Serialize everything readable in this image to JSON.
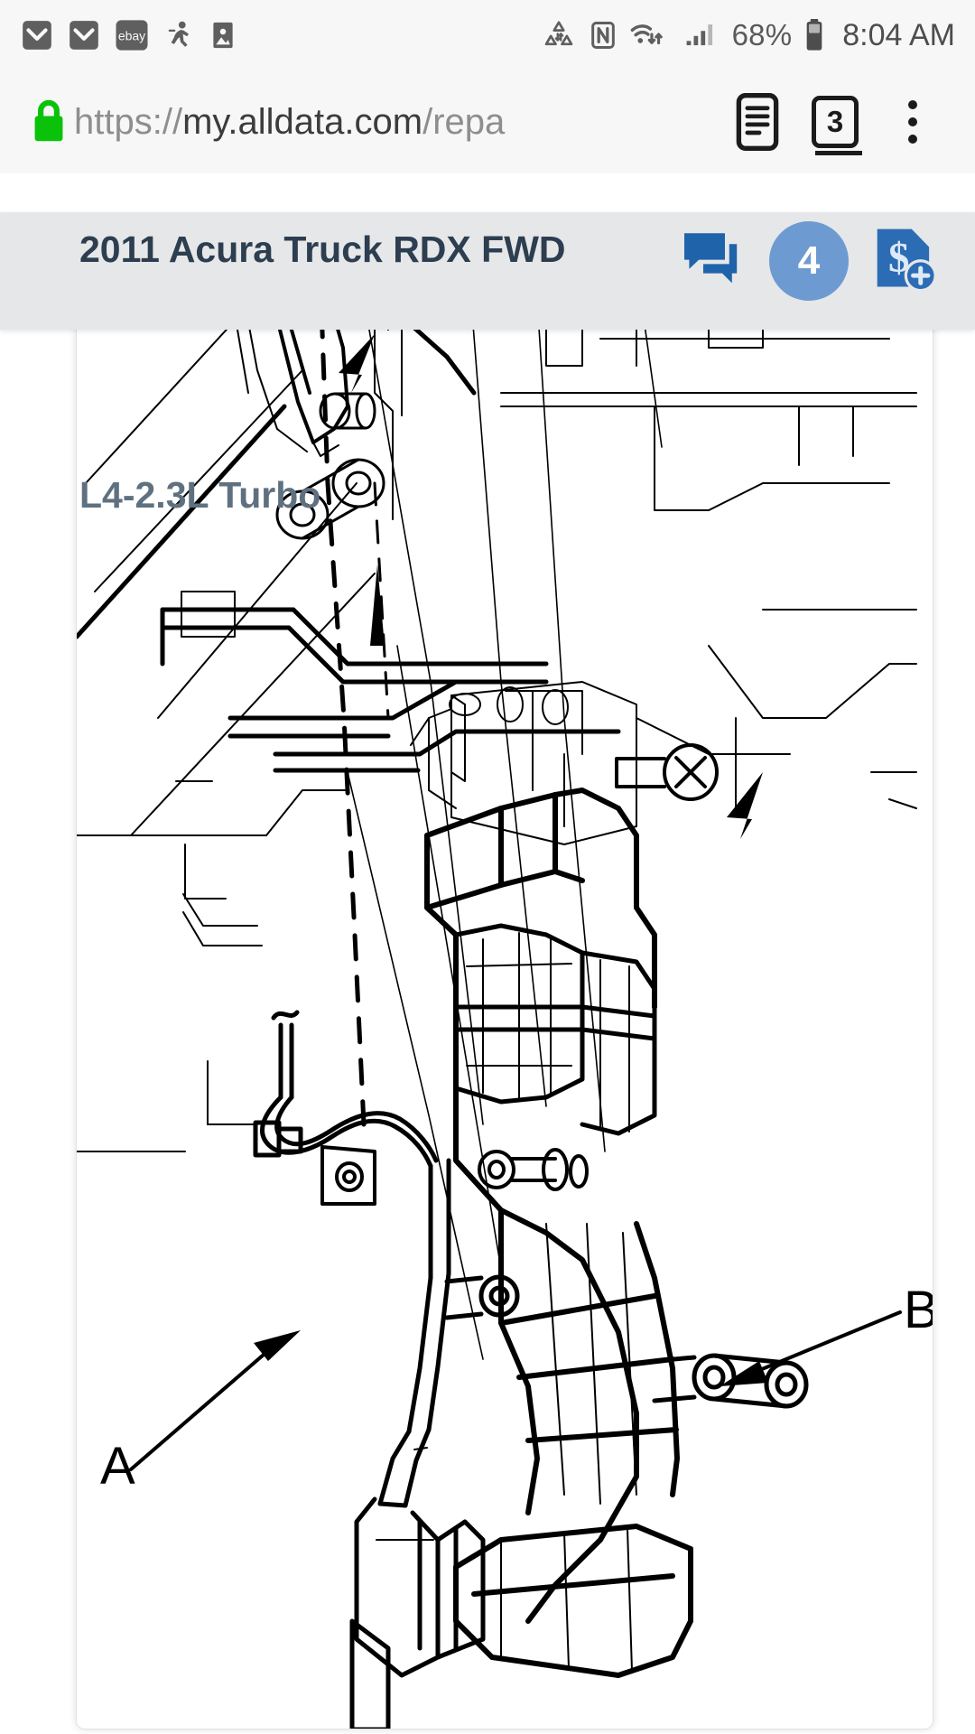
{
  "statusbar": {
    "left_icons": [
      {
        "name": "mail-icon",
        "glyph": "envelope"
      },
      {
        "name": "mail-icon-2",
        "glyph": "envelope"
      },
      {
        "name": "ebay-icon",
        "glyph": "ebay",
        "label": "ebay"
      },
      {
        "name": "fitness-icon",
        "glyph": "runner"
      },
      {
        "name": "gallery-icon",
        "glyph": "photo"
      }
    ],
    "right_icons": [
      {
        "name": "data-saver-icon",
        "glyph": "recycle"
      },
      {
        "name": "nfc-icon",
        "glyph": "nfc",
        "label": "N"
      },
      {
        "name": "wifi-icon",
        "glyph": "wifi"
      },
      {
        "name": "signal-icon",
        "glyph": "bars"
      }
    ],
    "battery_percent": "68%",
    "time": "8:04 AM"
  },
  "browser": {
    "lock_icon": "lock-icon",
    "url_prefix": "https://",
    "url_domain": "my.alldata.com",
    "url_suffix": "/repa",
    "reader_icon": "reader-mode-icon",
    "tab_count": "3",
    "menu_icon": "overflow-menu-icon"
  },
  "vehicle_header": {
    "title": "2011 Acura Truck RDX FWD",
    "chat_icon": "chat-bubbles-icon",
    "notification_count": "4",
    "estimate_icon": "add-estimate-icon",
    "background_color": "#e6e7e8",
    "accent_color": "#1f63ab",
    "badge_color": "#6d9bd1"
  },
  "document": {
    "subtitle": "L4-2.3L Turbo",
    "callouts": [
      {
        "name": "callout-a",
        "label": "A"
      },
      {
        "name": "callout-b",
        "label": "B"
      }
    ],
    "diagram_description": "Brake pedal and clutch pedal assembly exploded line drawing"
  }
}
